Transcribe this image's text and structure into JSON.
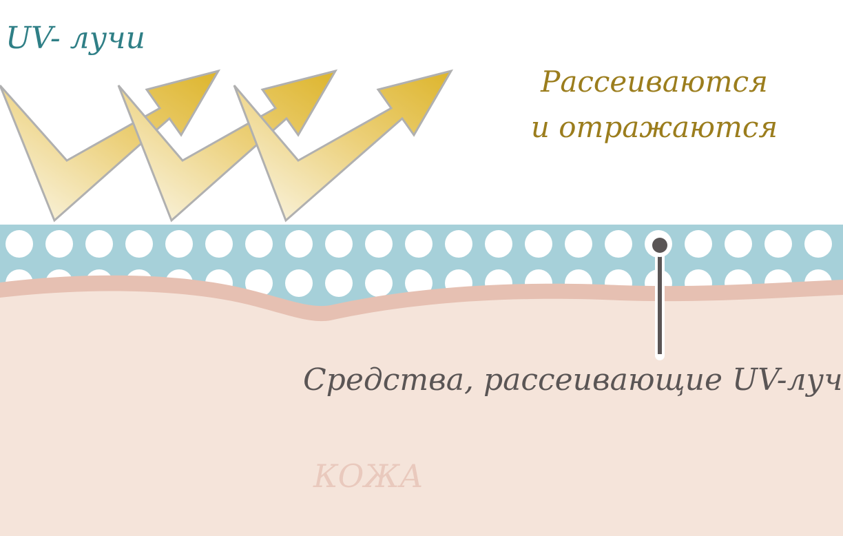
{
  "labels": {
    "uv_rays": "UV- лучи",
    "scatter_reflect": "Рассеиваются и отражаются",
    "scattering_agent": "Средства, рассеивающие UV-лучи",
    "skin": "КОЖА"
  },
  "colors": {
    "background": "#ffffff",
    "uv_text": "#2f7f86",
    "reflect_text": "#9b7d1d",
    "agent_text": "#5a5555",
    "skin_text": "#e9c9bd",
    "arrow_gradient_start": "#ddb52c",
    "arrow_gradient_end": "#fbf8ec",
    "arrow_stroke": "#b0b0b0",
    "filter_layer": "#a6d0d9",
    "particle": "#ffffff",
    "skin_surface": "#e6c0b2",
    "skin": "#f5e4da",
    "pointer": "#5a5555"
  },
  "icons": {
    "rays": "zigzag-arrow-icon",
    "particles": "white-circle-icon",
    "pointer": "pin-pointer-icon"
  },
  "diagram": {
    "ray_count": 3
  }
}
